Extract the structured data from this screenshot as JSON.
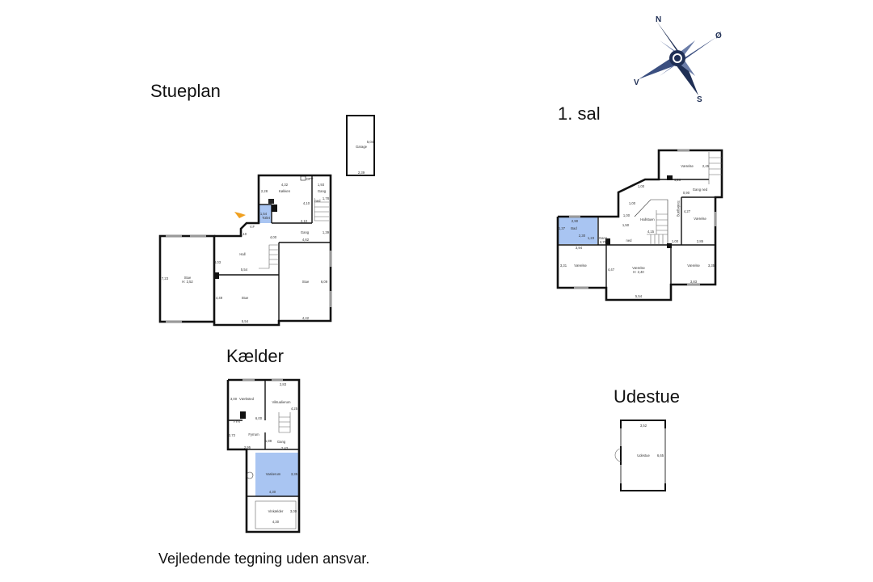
{
  "titles": {
    "stueplan": "Stueplan",
    "sal1": "1. sal",
    "kaelder": "Kælder",
    "udestue": "Udestue",
    "disclaimer": "Vejledende tegning uden ansvar."
  },
  "compass": {
    "n": "N",
    "o": "Ø",
    "v": "V",
    "s": "S",
    "color": "#1f2f55"
  },
  "colors": {
    "wet_room": "#a9c5f2",
    "entrance_marker": "#f0a020"
  },
  "stueplan": {
    "stue_left": {
      "name": "Stue",
      "height": "H: 2,52",
      "dim1": "7,23"
    },
    "hall": {
      "name": "Hall",
      "dim1": "3,03",
      "dim2": "5,54"
    },
    "stue_mid": {
      "name": "Stue",
      "dim1": "4,49",
      "dim2": "5,54"
    },
    "stue_right": {
      "name": "Stue",
      "dim1": "6,09",
      "dim2": "4,42"
    },
    "gang": {
      "name": "Gang",
      "dim1": "1,39",
      "dim2": "4,62",
      "dim3": "4,00"
    },
    "koekken": {
      "name": "Køkken",
      "dim1": "4,32",
      "dim2": "2,28",
      "dim3": "4,10",
      "dim4": "2,10",
      "appliance": "OPV"
    },
    "toilet": {
      "name": "Toilet",
      "dim1": "1,54"
    },
    "gang2": {
      "name": "Gang",
      "dim1": "1,93",
      "dim2": "1,78",
      "stair": "ned"
    },
    "vf": {
      "name": "V.F",
      "dim1": "1,10"
    },
    "garage": {
      "name": "Garage",
      "dim1": "5,04",
      "dim2": "2,39"
    }
  },
  "sal1": {
    "bad": {
      "name": "Bad",
      "dim1": "2,90",
      "dim2": "1,37",
      "dim3": "2,30"
    },
    "gang": {
      "name": "Gang",
      "dim1": "1,23",
      "dim2": "2,79"
    },
    "vaerelse1": {
      "name": "Værelse",
      "dim1": "3,31",
      "dim2": "3,94"
    },
    "vaerelse2": {
      "name": "Værelse",
      "height": "H: 2,40",
      "dim1": "4,47",
      "dim2": "5,54"
    },
    "vaerelse3": {
      "name": "Værelse",
      "dim1": "3,35",
      "dim2": "3,83"
    },
    "vaerelse4": {
      "name": "Værelse",
      "dim1": "4,27",
      "dim2": "2,85"
    },
    "vaerelse5": {
      "name": "Værelse",
      "dim1": "2,45",
      "dim2": "4,26"
    },
    "hallstuen": {
      "name": "Hallstuen",
      "dim1": "4,15",
      "dim2": "1,50",
      "stair": "ned"
    },
    "svalegang": {
      "name": "Svalegang",
      "dim1": "1,00",
      "dim2": "1,00",
      "dim3": "1,00",
      "dim4": "1,00"
    },
    "gang_ned": {
      "name": "Gang ned",
      "dim1": "0,90"
    }
  },
  "kaelder": {
    "vaerksted": {
      "name": "Værksted",
      "dim1": "3,00",
      "dim2": "6,00"
    },
    "fyrrum": {
      "name": "Fyrrum",
      "dim1": "2,72",
      "dim2": "2,95",
      "boiler": "FYR"
    },
    "viktualierum": {
      "name": "Viktualierum",
      "dim1": "2,83",
      "dim2": "4,25"
    },
    "gang": {
      "name": "Gang",
      "dim1": "1,89",
      "dim2": "2,43"
    },
    "vaskerum": {
      "name": "Vaskerum",
      "dim1": "3,35",
      "dim2": "4,30"
    },
    "vinkaelder": {
      "name": "Vinkælder",
      "dim1": "3,00",
      "dim2": "4,30"
    }
  },
  "udestue": {
    "name": "Udestue",
    "dim1": "3,52",
    "dim2": "6,65"
  }
}
